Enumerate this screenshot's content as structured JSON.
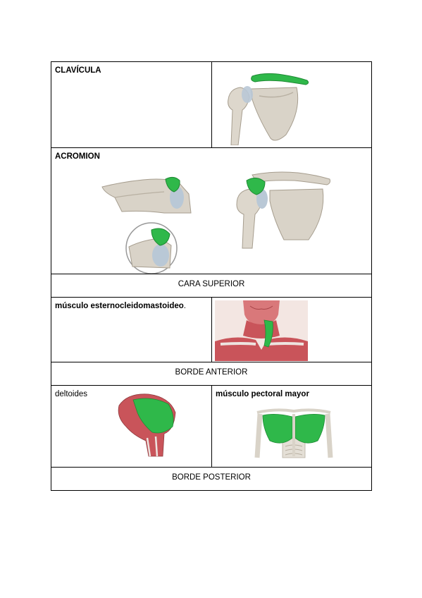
{
  "rows": {
    "clavicula": {
      "label": "CLAVÍCULA"
    },
    "acromion": {
      "label": "ACROMION"
    },
    "cara_superior": {
      "label": "CARA SUPERIOR"
    },
    "esterno": {
      "label": "músculo esternocleidomastoideo",
      "suffix": "."
    },
    "borde_anterior": {
      "label": "BORDE ANTERIOR"
    },
    "deltoides": {
      "label": "deltoides"
    },
    "pectoral": {
      "label": "músculo pectoral mayor"
    },
    "borde_posterior": {
      "label": "BORDE POSTERIOR"
    }
  },
  "colors": {
    "border": "#000000",
    "bone": "#d9d3c8",
    "bone_shadow": "#b8b0a2",
    "highlight_green": "#2fb84a",
    "muscle_red": "#c9545a",
    "cartilage": "#b9c8d6"
  },
  "icons": [
    "clavicle-illustration",
    "acromion-zoom-illustration",
    "shoulder-illustration",
    "neck-muscle-illustration",
    "deltoid-illustration",
    "pectoral-illustration"
  ]
}
